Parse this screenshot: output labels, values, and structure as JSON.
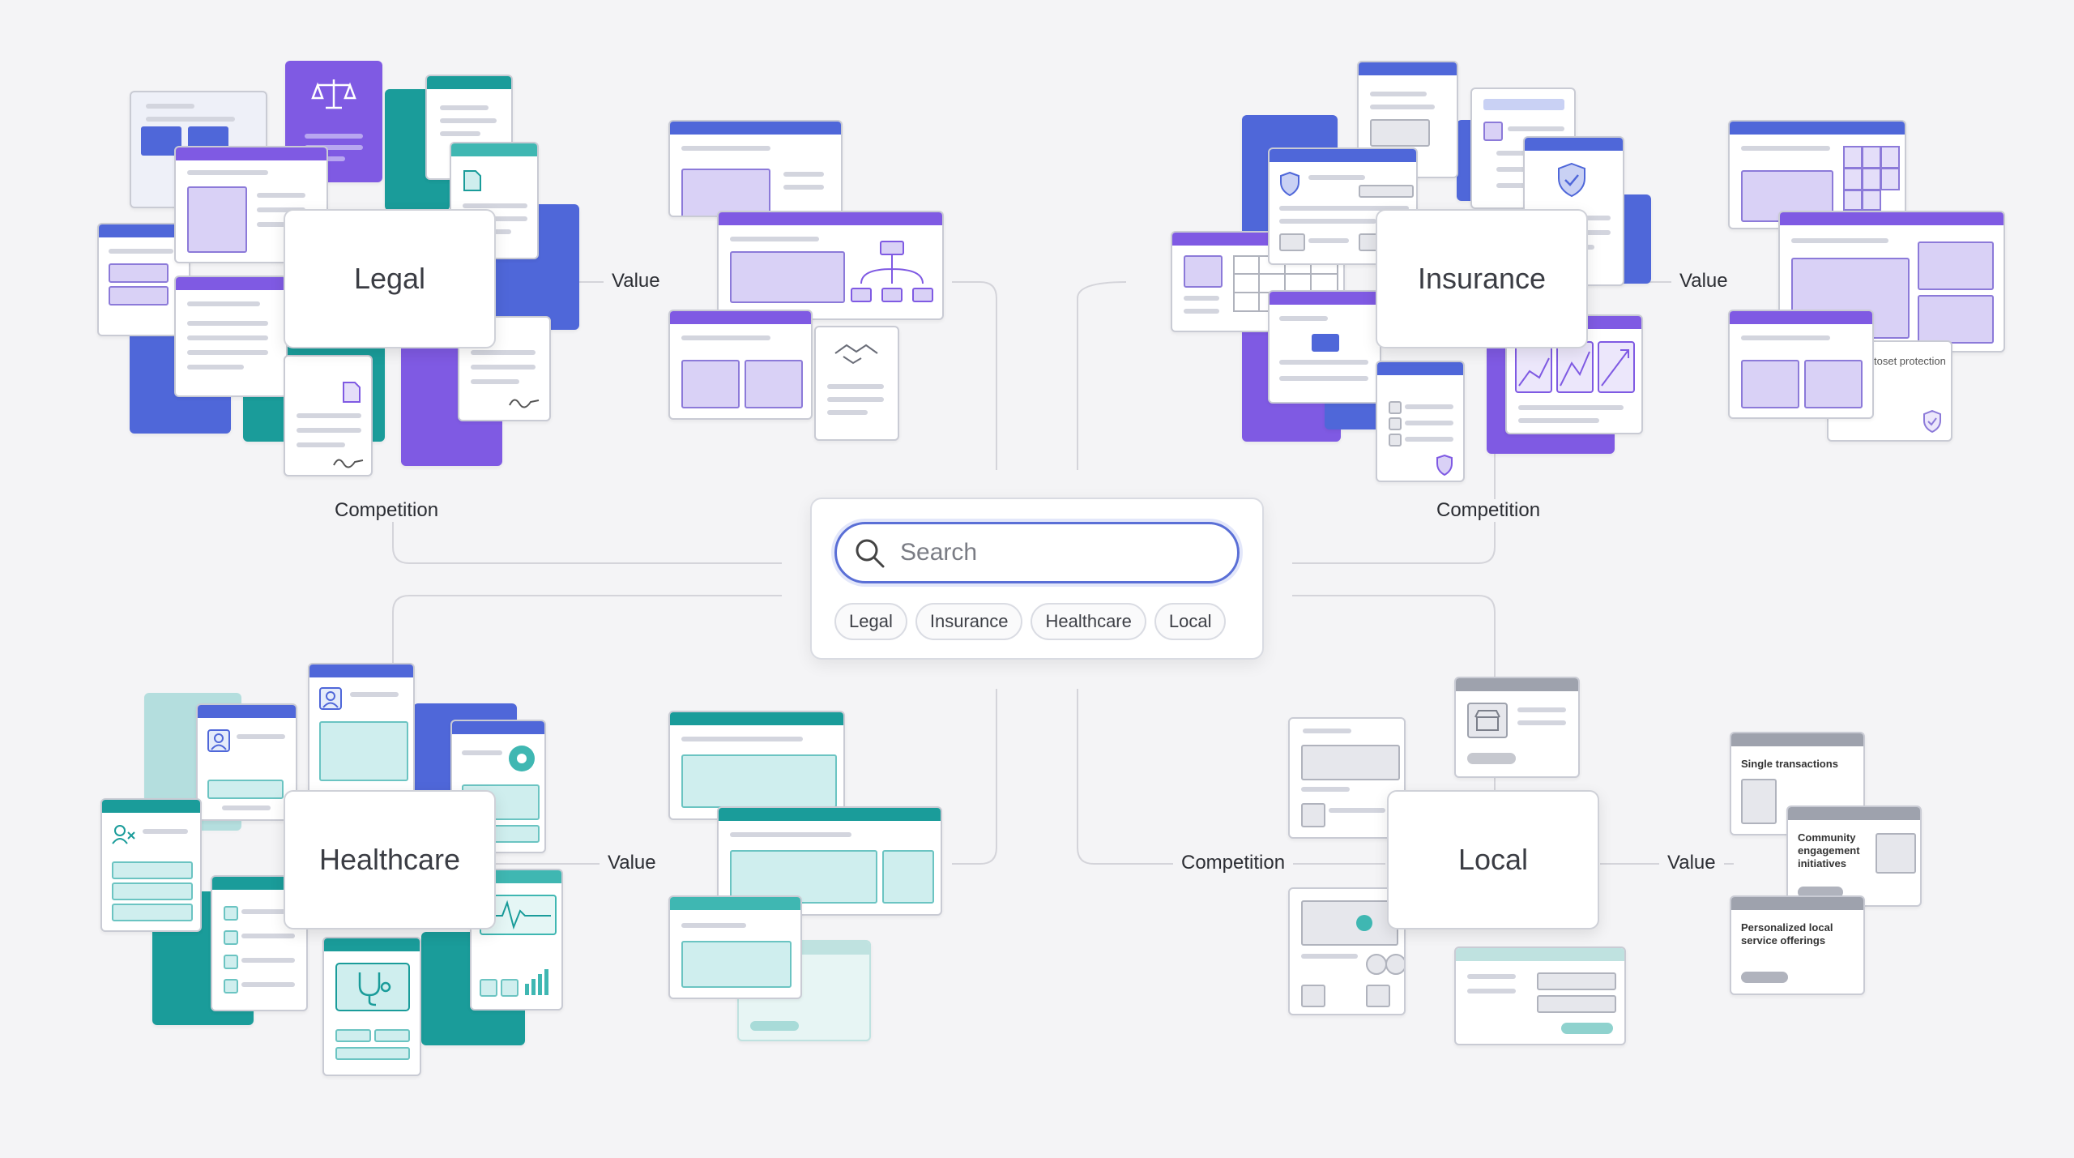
{
  "search": {
    "placeholder": "Search",
    "chips": [
      "Legal",
      "Insurance",
      "Healthcare",
      "Local"
    ]
  },
  "clusters": {
    "legal": {
      "title": "Legal",
      "value_label": "Value",
      "competition_label": "Competition"
    },
    "insurance": {
      "title": "Insurance",
      "value_label": "Value",
      "competition_label": "Competition",
      "value_text": "toset protection"
    },
    "healthcare": {
      "title": "Healthcare",
      "value_label": "Value"
    },
    "local": {
      "title": "Local",
      "value_label": "Value",
      "competition_label": "Competition",
      "value_cards": [
        "Single transactions",
        "Community engagement initiatives",
        "Personalized local service offerings"
      ]
    }
  },
  "colors": {
    "purple": "#7f5ae3",
    "blue": "#4f67d9",
    "teal": "#1a9c9a",
    "light_teal": "#3fb7b2",
    "gray": "#9ea2ad",
    "background": "#f4f4f6",
    "search_border": "#5a6fd6"
  }
}
